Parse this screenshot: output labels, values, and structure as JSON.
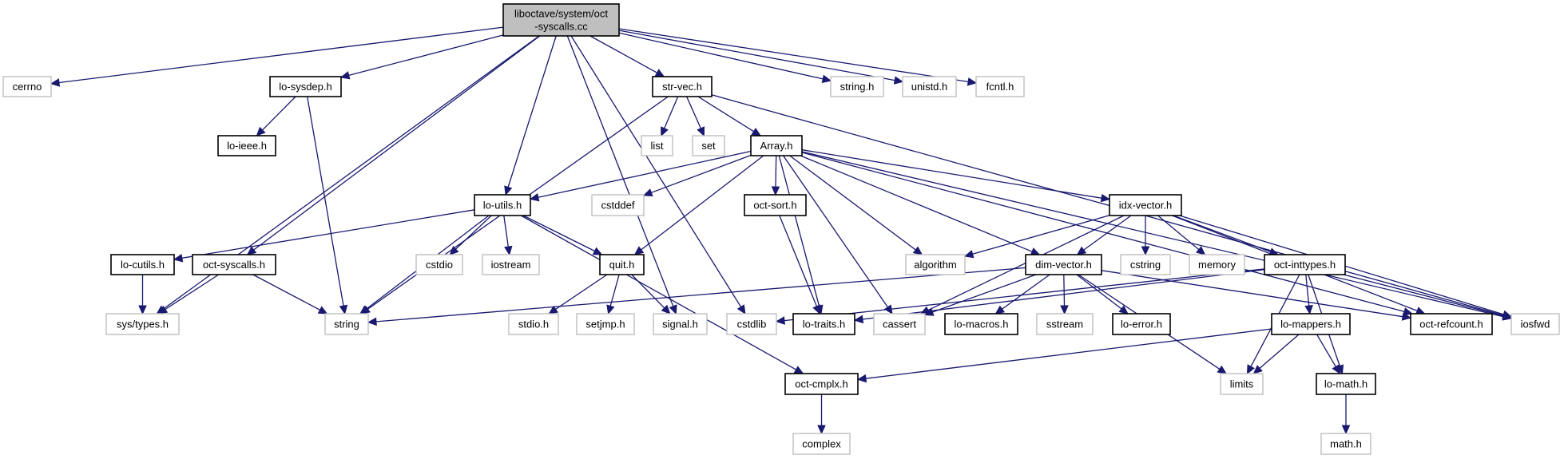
{
  "title": "liboctave/system/oct-syscalls.cc include dependency graph",
  "colors": {
    "edge": "#191970",
    "root_fill": "#bfbfbf",
    "documented_border": "#000000",
    "external_border": "#bfbfbf"
  },
  "nodes": [
    {
      "id": "root",
      "label": [
        "liboctave/system/oct",
        "-syscalls.cc"
      ],
      "kind": "root"
    },
    {
      "id": "cerrno",
      "label": [
        "cerrno"
      ],
      "kind": "ext"
    },
    {
      "id": "lo-sysdep",
      "label": [
        "lo-sysdep.h"
      ],
      "kind": "doc"
    },
    {
      "id": "str-vec",
      "label": [
        "str-vec.h"
      ],
      "kind": "doc"
    },
    {
      "id": "string-h",
      "label": [
        "string.h"
      ],
      "kind": "ext"
    },
    {
      "id": "unistd",
      "label": [
        "unistd.h"
      ],
      "kind": "ext"
    },
    {
      "id": "fcntl",
      "label": [
        "fcntl.h"
      ],
      "kind": "ext"
    },
    {
      "id": "lo-ieee",
      "label": [
        "lo-ieee.h"
      ],
      "kind": "doc"
    },
    {
      "id": "list",
      "label": [
        "list"
      ],
      "kind": "ext"
    },
    {
      "id": "set",
      "label": [
        "set"
      ],
      "kind": "ext"
    },
    {
      "id": "array",
      "label": [
        "Array.h"
      ],
      "kind": "doc"
    },
    {
      "id": "lo-utils",
      "label": [
        "lo-utils.h"
      ],
      "kind": "doc"
    },
    {
      "id": "cstddef",
      "label": [
        "cstddef"
      ],
      "kind": "ext"
    },
    {
      "id": "oct-sort",
      "label": [
        "oct-sort.h"
      ],
      "kind": "doc"
    },
    {
      "id": "idx-vector",
      "label": [
        "idx-vector.h"
      ],
      "kind": "doc"
    },
    {
      "id": "lo-cutils",
      "label": [
        "lo-cutils.h"
      ],
      "kind": "doc"
    },
    {
      "id": "oct-syscalls",
      "label": [
        "oct-syscalls.h"
      ],
      "kind": "doc"
    },
    {
      "id": "cstdio",
      "label": [
        "cstdio"
      ],
      "kind": "ext"
    },
    {
      "id": "iostream",
      "label": [
        "iostream"
      ],
      "kind": "ext"
    },
    {
      "id": "quit",
      "label": [
        "quit.h"
      ],
      "kind": "doc"
    },
    {
      "id": "algorithm",
      "label": [
        "algorithm"
      ],
      "kind": "ext"
    },
    {
      "id": "dim-vector",
      "label": [
        "dim-vector.h"
      ],
      "kind": "doc"
    },
    {
      "id": "cstring",
      "label": [
        "cstring"
      ],
      "kind": "ext"
    },
    {
      "id": "memory",
      "label": [
        "memory"
      ],
      "kind": "ext"
    },
    {
      "id": "oct-inttypes",
      "label": [
        "oct-inttypes.h"
      ],
      "kind": "doc"
    },
    {
      "id": "sys-types",
      "label": [
        "sys/types.h"
      ],
      "kind": "ext"
    },
    {
      "id": "string",
      "label": [
        "string"
      ],
      "kind": "ext"
    },
    {
      "id": "stdio",
      "label": [
        "stdio.h"
      ],
      "kind": "ext"
    },
    {
      "id": "setjmp",
      "label": [
        "setjmp.h"
      ],
      "kind": "ext"
    },
    {
      "id": "signal",
      "label": [
        "signal.h"
      ],
      "kind": "ext"
    },
    {
      "id": "cstdlib",
      "label": [
        "cstdlib"
      ],
      "kind": "ext"
    },
    {
      "id": "lo-traits",
      "label": [
        "lo-traits.h"
      ],
      "kind": "doc"
    },
    {
      "id": "cassert",
      "label": [
        "cassert"
      ],
      "kind": "ext"
    },
    {
      "id": "lo-macros",
      "label": [
        "lo-macros.h"
      ],
      "kind": "doc"
    },
    {
      "id": "sstream",
      "label": [
        "sstream"
      ],
      "kind": "ext"
    },
    {
      "id": "lo-error",
      "label": [
        "lo-error.h"
      ],
      "kind": "doc"
    },
    {
      "id": "lo-mappers",
      "label": [
        "lo-mappers.h"
      ],
      "kind": "doc"
    },
    {
      "id": "oct-refcount",
      "label": [
        "oct-refcount.h"
      ],
      "kind": "doc"
    },
    {
      "id": "iosfwd",
      "label": [
        "iosfwd"
      ],
      "kind": "ext"
    },
    {
      "id": "oct-cmplx",
      "label": [
        "oct-cmplx.h"
      ],
      "kind": "doc"
    },
    {
      "id": "limits",
      "label": [
        "limits"
      ],
      "kind": "ext"
    },
    {
      "id": "lo-math",
      "label": [
        "lo-math.h"
      ],
      "kind": "doc"
    },
    {
      "id": "complex",
      "label": [
        "complex"
      ],
      "kind": "ext"
    },
    {
      "id": "math-h",
      "label": [
        "math.h"
      ],
      "kind": "ext"
    }
  ],
  "edges": [
    [
      "root",
      "cerrno"
    ],
    [
      "root",
      "sys-types"
    ],
    [
      "root",
      "oct-syscalls"
    ],
    [
      "root",
      "lo-sysdep"
    ],
    [
      "root",
      "lo-utils"
    ],
    [
      "root",
      "cstdlib"
    ],
    [
      "root",
      "str-vec"
    ],
    [
      "root",
      "signal"
    ],
    [
      "root",
      "string-h"
    ],
    [
      "root",
      "unistd"
    ],
    [
      "root",
      "fcntl"
    ],
    [
      "lo-sysdep",
      "lo-ieee"
    ],
    [
      "lo-sysdep",
      "string"
    ],
    [
      "str-vec",
      "string"
    ],
    [
      "str-vec",
      "list"
    ],
    [
      "str-vec",
      "set"
    ],
    [
      "str-vec",
      "array"
    ],
    [
      "str-vec",
      "iosfwd"
    ],
    [
      "array",
      "lo-utils"
    ],
    [
      "array",
      "cstddef"
    ],
    [
      "array",
      "quit"
    ],
    [
      "array",
      "lo-traits"
    ],
    [
      "array",
      "oct-sort"
    ],
    [
      "array",
      "cassert"
    ],
    [
      "array",
      "algorithm"
    ],
    [
      "array",
      "dim-vector"
    ],
    [
      "array",
      "idx-vector"
    ],
    [
      "array",
      "oct-refcount"
    ],
    [
      "array",
      "iosfwd"
    ],
    [
      "lo-utils",
      "lo-cutils"
    ],
    [
      "lo-utils",
      "string"
    ],
    [
      "lo-utils",
      "cstdio"
    ],
    [
      "lo-utils",
      "iostream"
    ],
    [
      "lo-utils",
      "quit"
    ],
    [
      "lo-utils",
      "oct-cmplx"
    ],
    [
      "oct-sort",
      "lo-traits"
    ],
    [
      "idx-vector",
      "algorithm"
    ],
    [
      "idx-vector",
      "cassert"
    ],
    [
      "idx-vector",
      "dim-vector"
    ],
    [
      "idx-vector",
      "cstring"
    ],
    [
      "idx-vector",
      "memory"
    ],
    [
      "idx-vector",
      "oct-inttypes"
    ],
    [
      "idx-vector",
      "oct-refcount"
    ],
    [
      "idx-vector",
      "iosfwd"
    ],
    [
      "lo-cutils",
      "sys-types"
    ],
    [
      "oct-syscalls",
      "sys-types"
    ],
    [
      "oct-syscalls",
      "string"
    ],
    [
      "quit",
      "stdio"
    ],
    [
      "quit",
      "setjmp"
    ],
    [
      "quit",
      "signal"
    ],
    [
      "dim-vector",
      "string"
    ],
    [
      "dim-vector",
      "cassert"
    ],
    [
      "dim-vector",
      "lo-macros"
    ],
    [
      "dim-vector",
      "sstream"
    ],
    [
      "dim-vector",
      "lo-error"
    ],
    [
      "dim-vector",
      "limits"
    ],
    [
      "dim-vector",
      "oct-refcount"
    ],
    [
      "oct-inttypes",
      "cstdlib"
    ],
    [
      "oct-inttypes",
      "lo-traits"
    ],
    [
      "oct-inttypes",
      "limits"
    ],
    [
      "oct-inttypes",
      "lo-mappers"
    ],
    [
      "oct-inttypes",
      "lo-math"
    ],
    [
      "oct-inttypes",
      "iosfwd"
    ],
    [
      "lo-mappers",
      "oct-cmplx"
    ],
    [
      "lo-mappers",
      "limits"
    ],
    [
      "lo-mappers",
      "lo-math"
    ],
    [
      "oct-cmplx",
      "complex"
    ],
    [
      "lo-math",
      "math-h"
    ]
  ]
}
